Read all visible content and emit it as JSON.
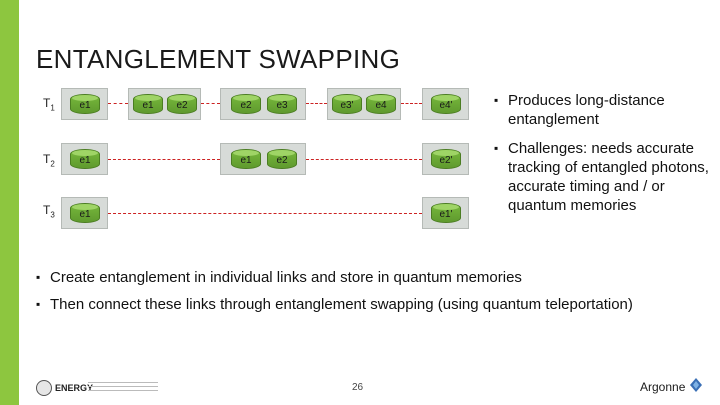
{
  "slide": {
    "title": "ENTANGLEMENT SWAPPING",
    "accent_color": "#8dc63f"
  },
  "diagram": {
    "rows": [
      {
        "time": "T",
        "time_sub": "1",
        "nodes": [
          {
            "labels": [
              "e1"
            ]
          },
          {
            "labels": [
              "e1",
              "e2"
            ]
          },
          {
            "labels": [
              "e2",
              "e3"
            ]
          },
          {
            "labels": [
              "e3'",
              "e4"
            ]
          },
          {
            "labels": [
              "e4'"
            ]
          }
        ]
      },
      {
        "time": "T",
        "time_sub": "2",
        "nodes": [
          {
            "labels": [
              "e1"
            ]
          },
          {
            "labels": [
              "e1",
              "e2"
            ]
          },
          {
            "labels": [
              "e2'"
            ]
          }
        ]
      },
      {
        "time": "T",
        "time_sub": "3",
        "nodes": [
          {
            "labels": [
              "e1"
            ]
          },
          {
            "labels": [
              "e1'"
            ]
          }
        ]
      }
    ],
    "link_color": "#cc2222",
    "memory_color": "#6aaa35"
  },
  "bullets_right": [
    "Produces long-distance entanglement",
    "Challenges: needs accurate tracking of entangled photons, accurate timing and / or quantum memories"
  ],
  "bullets_bottom": [
    "Create entanglement in individual links and store in quantum memories",
    "Then connect these links through entanglement swapping (using quantum teleportation)"
  ],
  "footer": {
    "doe_logo_text": "ENERGY",
    "page_number": "26",
    "argonne_logo_text": "Argonne"
  }
}
